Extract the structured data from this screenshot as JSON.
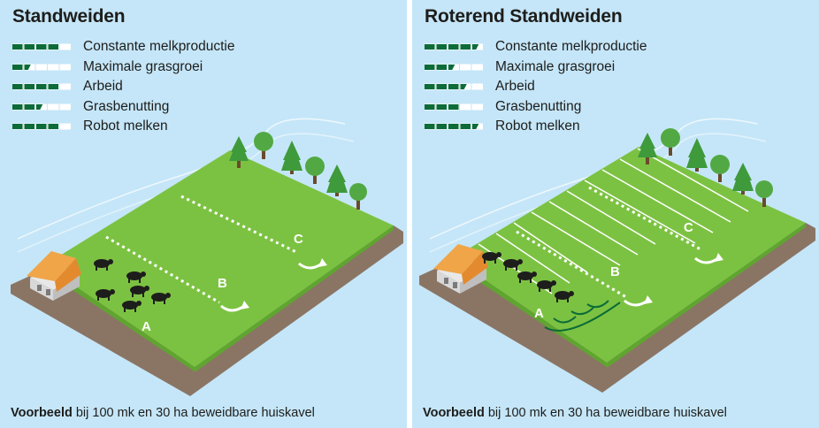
{
  "panels": [
    {
      "title": "Standweiden",
      "legend": [
        {
          "label": "Constante melkproductie",
          "score": 4
        },
        {
          "label": "Maximale grasgroei",
          "score": 1.5
        },
        {
          "label": "Arbeid",
          "score": 4
        },
        {
          "label": "Grasbenutting",
          "score": 2.5
        },
        {
          "label": "Robot melken",
          "score": 4
        }
      ],
      "zones": [
        "A",
        "B",
        "C"
      ],
      "footer_bold": "Voorbeeld",
      "footer_rest": " bij 100 mk en 30 ha beweidbare huiskavel"
    },
    {
      "title": "Roterend Standweiden",
      "legend": [
        {
          "label": "Constante melkproductie",
          "score": 4.5
        },
        {
          "label": "Maximale grasgroei",
          "score": 2.5
        },
        {
          "label": "Arbeid",
          "score": 3.5
        },
        {
          "label": "Grasbenutting",
          "score": 3
        },
        {
          "label": "Robot melken",
          "score": 4.5
        }
      ],
      "zones": [
        "A",
        "B",
        "C"
      ],
      "footer_bold": "Voorbeeld",
      "footer_rest": " bij 100 mk en 30 ha beweidbare huiskavel"
    }
  ],
  "colors": {
    "background": "#c5e6f8",
    "grass": "#7cc242",
    "grass_dark": "#5fa530",
    "path": "#8a7565",
    "legend_dark_green": "#0c6b37",
    "farmhouse_roof": "#f0a548"
  }
}
